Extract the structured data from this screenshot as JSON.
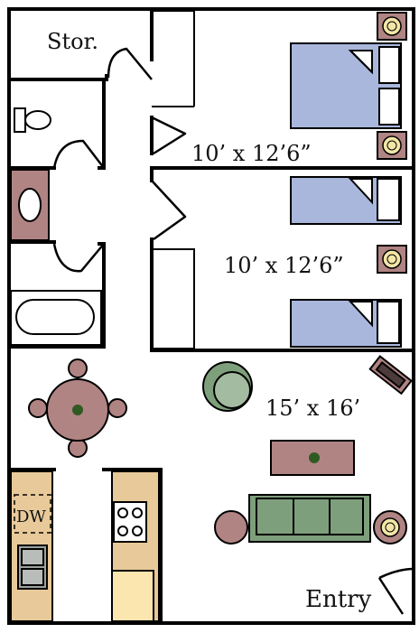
{
  "labels": {
    "storage": "Stor.",
    "bedroom1": "10’ x 12’6”",
    "bedroom2": "10’ x 12’6”",
    "living": "15’ x 16’",
    "dishwasher": "DW",
    "entry": "Entry"
  },
  "colors": {
    "wall": "#000000",
    "bed": "#a9b7dd",
    "wood": "#b08483",
    "sofa": "#7e9f7b",
    "counter": "#e8c999",
    "lamp": "#f3e6a7",
    "table_dot": "#2f5a23"
  }
}
